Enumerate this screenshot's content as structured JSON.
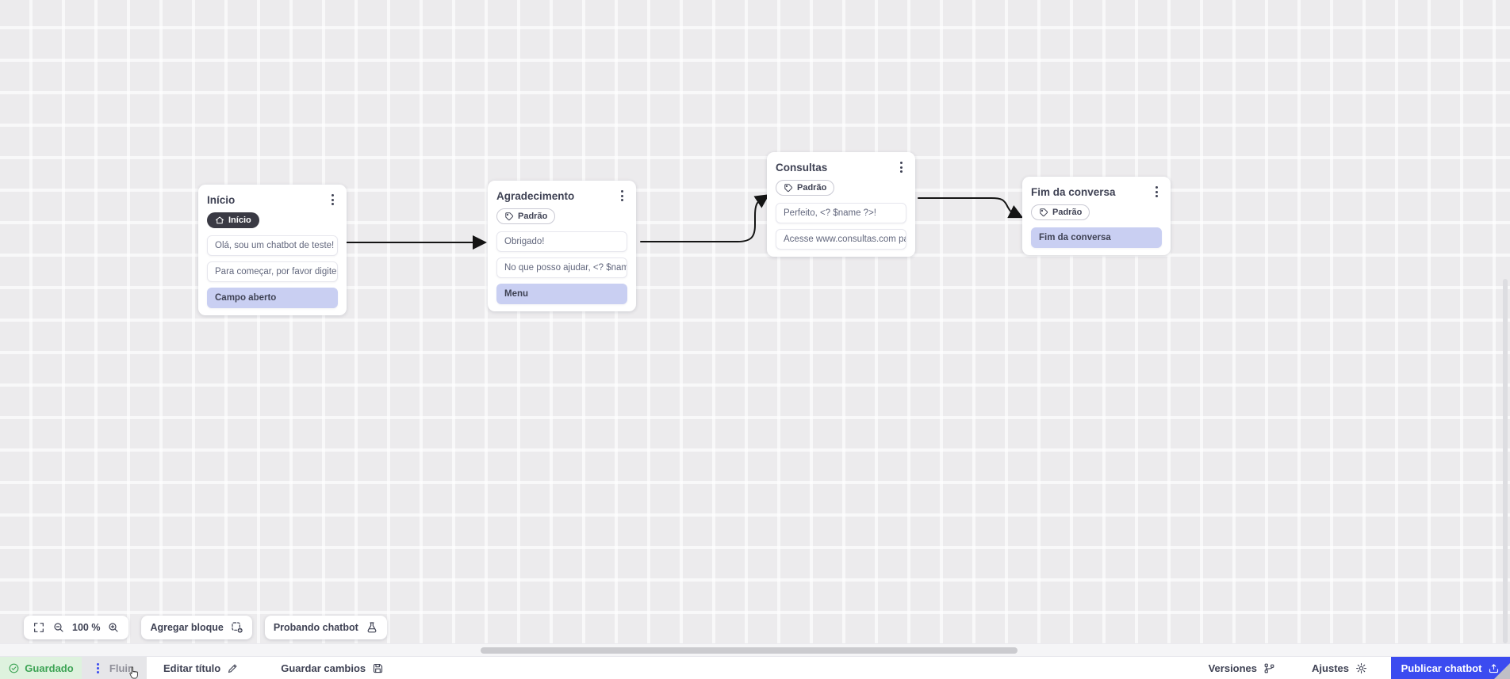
{
  "nodes": [
    {
      "title": "Início",
      "badge": "Início",
      "rows": [
        "Olá, sou um chatbot de teste!",
        "Para começar, por favor digite o ...",
        "Campo aberto"
      ]
    },
    {
      "title": "Agradecimento",
      "badge": "Padrão",
      "rows": [
        "Obrigado!",
        "No que posso ajudar, <? $name ...",
        "Menu"
      ]
    },
    {
      "title": "Consultas",
      "badge": "Padrão",
      "rows": [
        "Perfeito, <? $name ?>!",
        "Acesse www.consultas.com par..."
      ]
    },
    {
      "title": "Fim da conversa",
      "badge": "Padrão",
      "rows": [
        "Fim da conversa"
      ]
    }
  ],
  "toolbar": {
    "zoom_level": "100 %",
    "add_block": "Agregar bloque",
    "test_chatbot": "Probando chatbot"
  },
  "statusbar": {
    "saved": "Guardado",
    "flow_tab": "Fluir",
    "edit_title": "Editar título",
    "save_changes": "Guardar cambios",
    "versions": "Versiones",
    "settings": "Ajustes",
    "publish": "Publicar chatbot"
  },
  "colors": {
    "accent_blue": "#3b4bf0",
    "saved_green": "#3da455",
    "saved_green_bg": "#def2de",
    "highlight_row_bg": "#c9cff2",
    "canvas_bg": "#ecebed"
  }
}
